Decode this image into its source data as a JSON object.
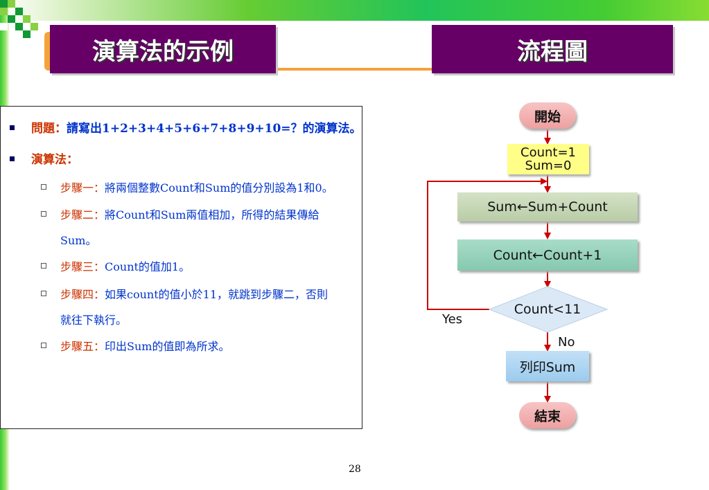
{
  "titles": {
    "left": "演算法的示例",
    "right": "流程圖"
  },
  "content": {
    "problem_label": "問題：",
    "problem_text": "請寫出1+2+3+4+5+6+7+8+9+10=？的演算法。",
    "algorithm_label": "演算法：",
    "steps": [
      {
        "label": "步驟一：",
        "text": "將兩個整數Count和Sum的值分別設為1和0。"
      },
      {
        "label": "步驟二：",
        "text": "將Count和Sum兩值相加，所得的結果傳給",
        "text2": "Sum。"
      },
      {
        "label": "步驟三：",
        "text": "Count的值加1。"
      },
      {
        "label": "步驟四：",
        "text": "如果count的值小於11，就跳到步驟二，否則",
        "text2": "就往下執行。"
      },
      {
        "label": "步驟五：",
        "text": "印出Sum的值即為所求。"
      }
    ]
  },
  "flowchart": {
    "start": "開始",
    "init_line1": "Count=1",
    "init_line2": "Sum=0",
    "sum_step": "Sum←Sum+Count",
    "count_step": "Count←Count+1",
    "decision": "Count<11",
    "yes_label": "Yes",
    "no_label": "No",
    "print_step": "列印Sum",
    "end": "結束",
    "arrow_color": "#cc0000"
  },
  "page_number": "28"
}
